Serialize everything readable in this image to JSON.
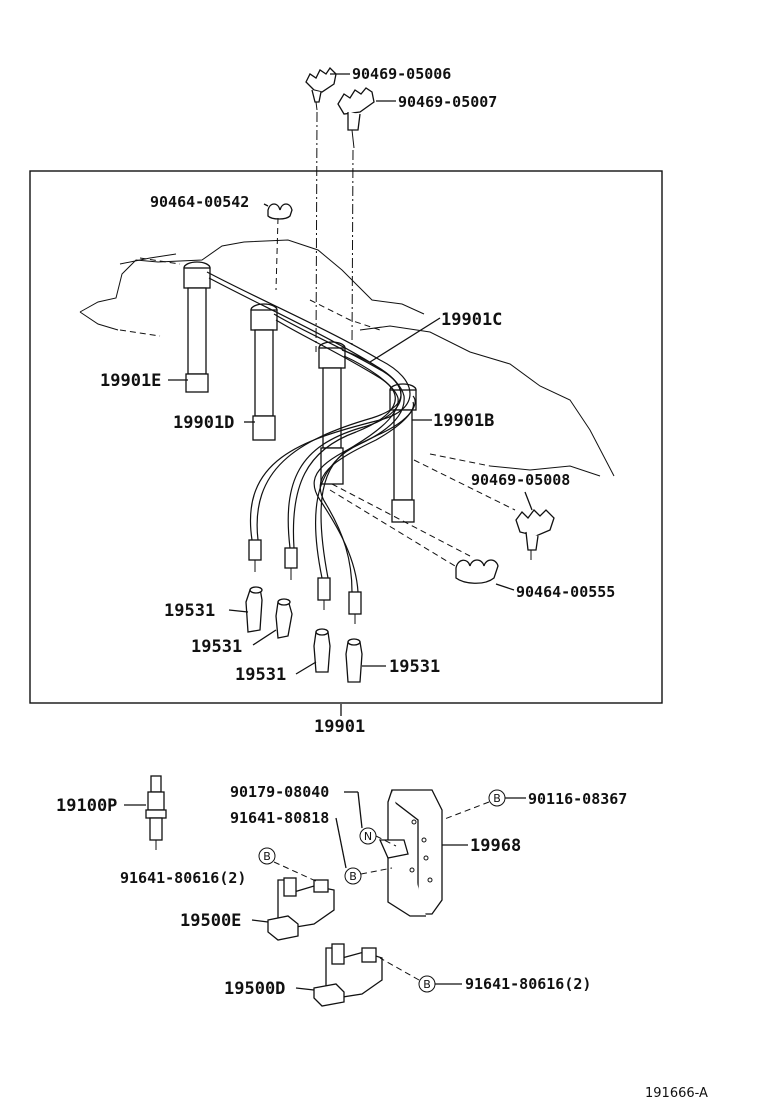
{
  "labels": {
    "p90469_05006": "90469-05006",
    "p90469_05007": "90469-05007",
    "p90464_00542": "90464-00542",
    "p19901C": "19901C",
    "p19901E": "19901E",
    "p19901D": "19901D",
    "p19901B": "19901B",
    "p90469_05008": "90469-05008",
    "p90464_00555": "90464-00555",
    "p19531_a": "19531",
    "p19531_b": "19531",
    "p19531_c": "19531",
    "p19531_d": "19531",
    "p19901": "19901",
    "p90179_08040": "90179-08040",
    "p91641_80818": "91641-80818",
    "p90116_08367": "90116-08367",
    "p19968": "19968",
    "p19100P": "19100P",
    "p91641_80616_a": "91641-80616(2)",
    "p19500E": "19500E",
    "p19500D": "19500D",
    "p91641_80616_b": "91641-80616(2)"
  },
  "markers": {
    "b1": "B",
    "b2": "B",
    "b3": "B",
    "b4": "B",
    "n1": "N"
  },
  "footer": {
    "drawing_number": "191666-A"
  }
}
